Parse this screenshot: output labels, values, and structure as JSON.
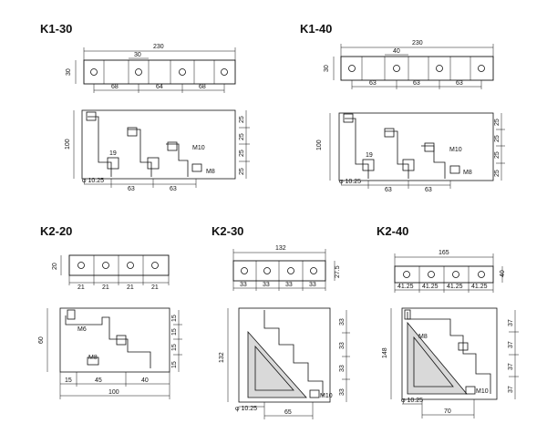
{
  "k1_30": {
    "title": "K1-30",
    "top": [
      "230",
      "30"
    ],
    "side": "30",
    "bottom": [
      "68",
      "64",
      "68"
    ],
    "height": "100",
    "right": [
      "25",
      "25",
      "25",
      "25"
    ],
    "labels": [
      "19",
      "M10",
      "M8"
    ],
    "dia": "φ 10.25",
    "base": [
      "63",
      "63"
    ]
  },
  "k1_40": {
    "title": "K1-40",
    "top": [
      "230",
      "40"
    ],
    "side": "30",
    "bottom": [
      "63",
      "63",
      "63"
    ],
    "height": "100",
    "right": [
      "25",
      "25",
      "25",
      "25"
    ],
    "labels": [
      "19",
      "M10",
      "M8"
    ],
    "dia": "φ 10.25",
    "base": [
      "63",
      "63"
    ]
  },
  "k2_20": {
    "title": "K2-20",
    "side": "20",
    "bottom": [
      "21",
      "21",
      "21",
      "21"
    ],
    "height": "60",
    "right": [
      "15",
      "15",
      "15",
      "15"
    ],
    "labels": [
      "M6",
      "M8"
    ],
    "base": [
      "15",
      "45",
      "40"
    ],
    "total": "100"
  },
  "k2_30": {
    "title": "K2-30",
    "top": "132",
    "side": "27.5",
    "bottom": [
      "33",
      "33",
      "33",
      "33"
    ],
    "height": "132",
    "right": [
      "33",
      "33",
      "33",
      "33"
    ],
    "labels": [
      "M10"
    ],
    "dia": "φ 10.25",
    "base": "65"
  },
  "k2_40": {
    "title": "K2-40",
    "top": "165",
    "side": "40",
    "bottom": [
      "41.25",
      "41.25",
      "41.25",
      "41.25"
    ],
    "height": "148",
    "right": [
      "37",
      "37",
      "37",
      "37"
    ],
    "labels": [
      "M8",
      "M10"
    ],
    "dia": "φ 10.25",
    "base": "70"
  }
}
